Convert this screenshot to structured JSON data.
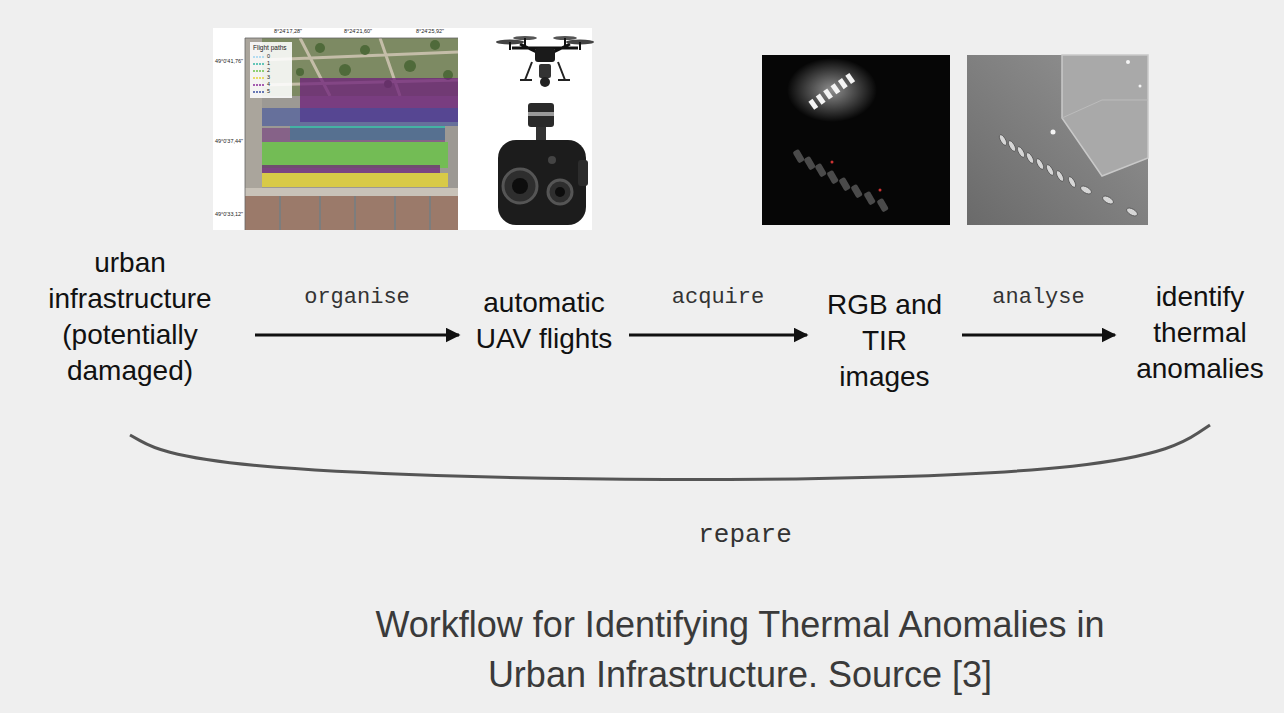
{
  "diagram": {
    "caption": "Workflow for Identifying Thermal Anomalies in Urban Infrastructure. Source [3]",
    "nodes": [
      {
        "text": [
          "urban infrastructure (potentially damaged)"
        ]
      },
      {
        "text": [
          "automatic UAV flights"
        ]
      },
      {
        "text": [
          "RGB and TIR images"
        ]
      },
      {
        "text": [
          "identify thermal anomalies"
        ]
      }
    ],
    "edges": [
      {
        "from": 0,
        "to": 1,
        "arrow": "to",
        "label": "organise"
      },
      {
        "from": 1,
        "to": 2,
        "arrow": "to",
        "label": "acquire"
      },
      {
        "from": 2,
        "to": 3,
        "arrow": "to",
        "label": "analyse"
      },
      {
        "from": 3,
        "to": 0,
        "arrow": "none",
        "label": "repare"
      }
    ],
    "labels": [
      "8°24'17,28\"",
      "8°24'21,60\"",
      "8°24'25,92\"",
      "49°0'41,76\"",
      "49°0'37,44\"",
      "49°0'33,12\"",
      "Flight paths"
    ],
    "legend": [
      {
        "text": "0"
      },
      {
        "text": "1"
      },
      {
        "text": "2"
      },
      {
        "text": "3"
      },
      {
        "text": "4"
      },
      {
        "text": "5"
      }
    ]
  }
}
